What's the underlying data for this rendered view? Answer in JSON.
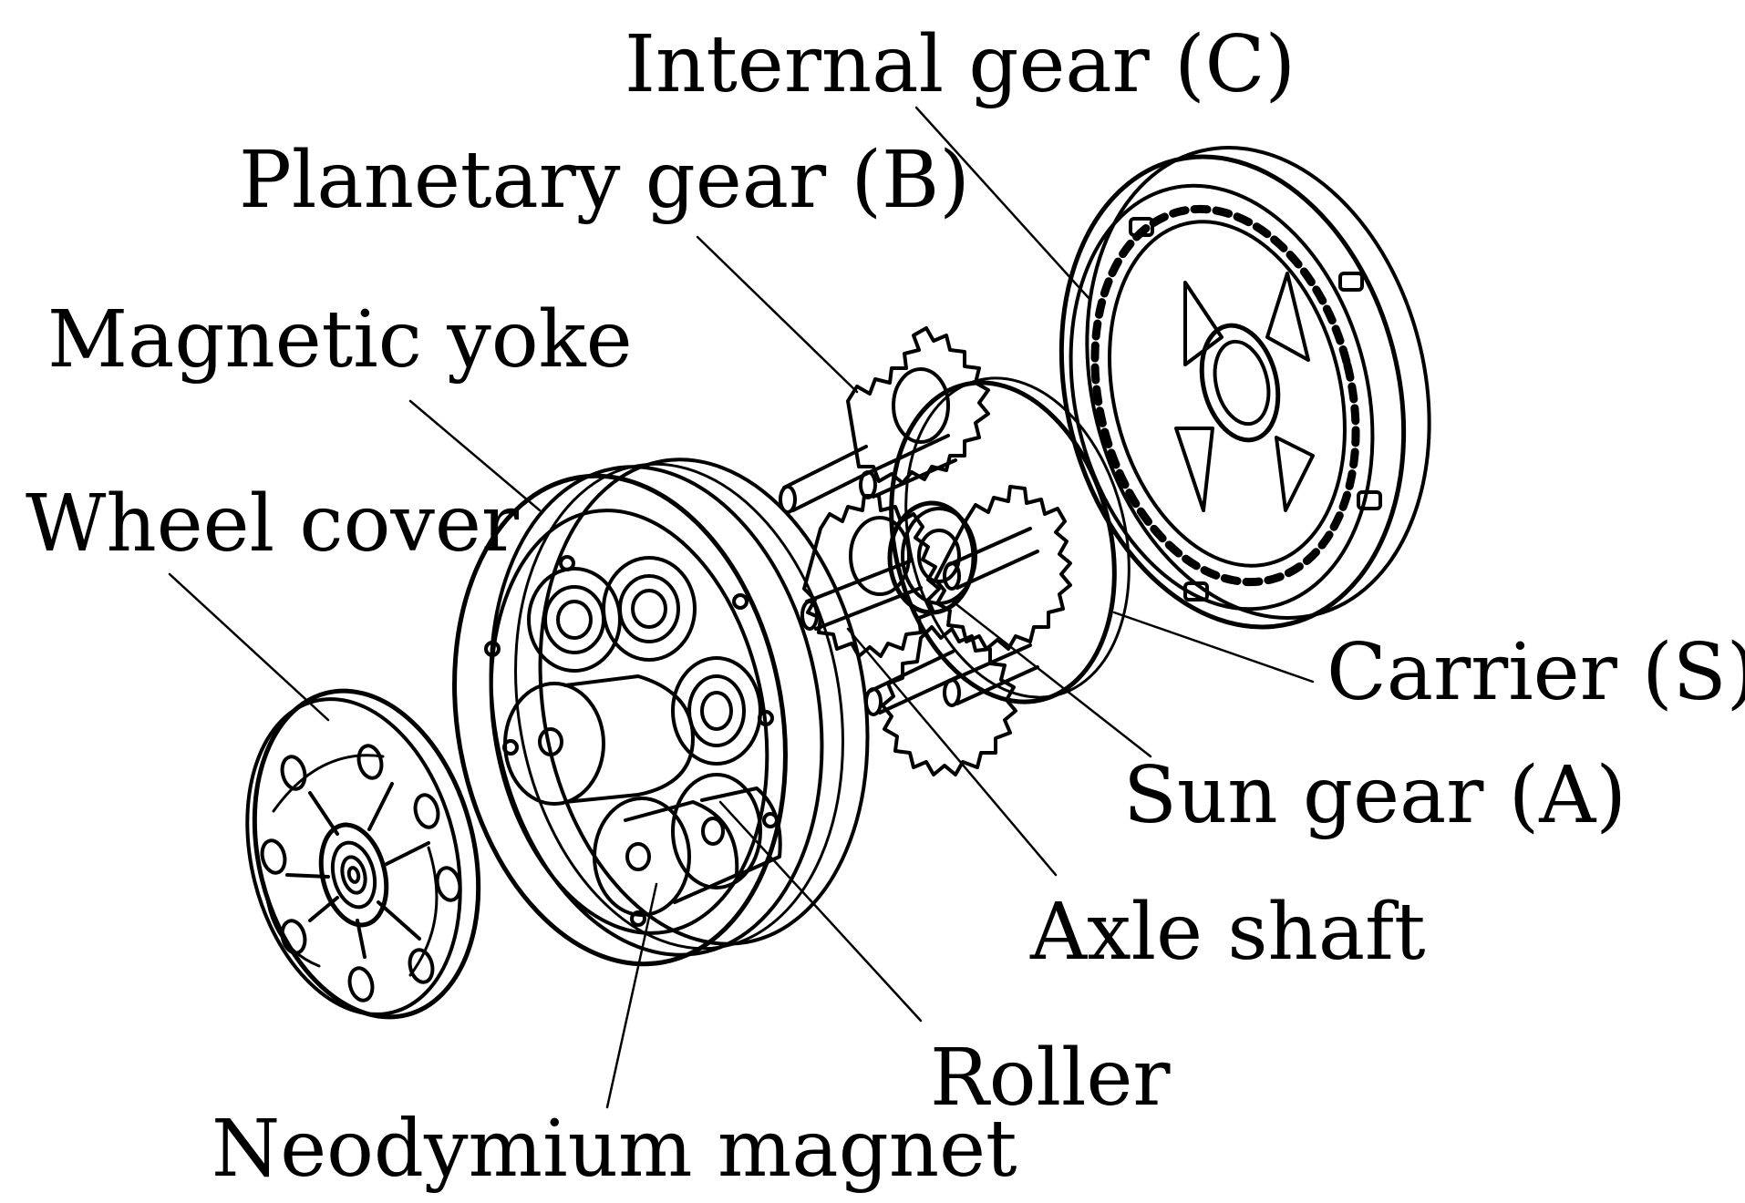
{
  "labels": {
    "internal_gear": "Internal gear (C)",
    "planetary_gear": "Planetary gear (B)",
    "magnetic_yoke": "Magnetic yoke",
    "wheel_cover": "Wheel cover",
    "carrier": "Carrier (S)",
    "sun_gear": "Sun gear (A)",
    "axle_shaft": "Axle shaft",
    "roller": "Roller",
    "neodymium_magnet": "Neodymium magnet"
  },
  "colors": {
    "ink": "#000000",
    "background": "#ffffff"
  }
}
